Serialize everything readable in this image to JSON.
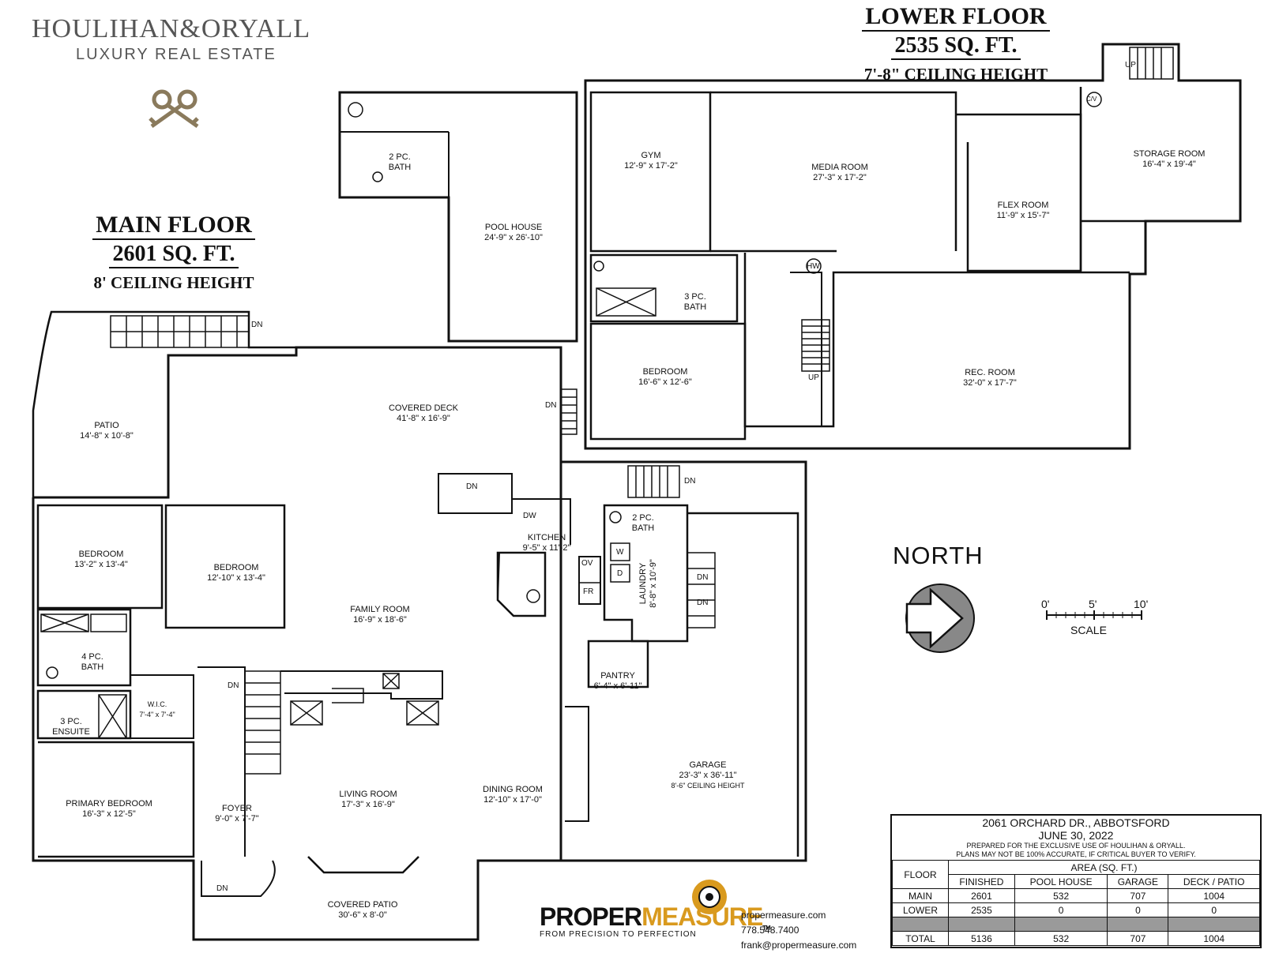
{
  "brand": {
    "name": "HOULIHAN&ORYALL",
    "tagline": "LUXURY REAL ESTATE",
    "logo_icon": "crossed-keys-icon"
  },
  "main_floor": {
    "name": "MAIN FLOOR",
    "area": "2601 SQ. FT.",
    "ceiling": "8' CEILING HEIGHT"
  },
  "lower_floor": {
    "name": "LOWER FLOOR",
    "area": "2535 SQ. FT.",
    "ceiling": "7'-8\" CEILING HEIGHT"
  },
  "rooms": {
    "pool_house": {
      "name": "POOL HOUSE",
      "dim": "24'-9\" x 26'-10\""
    },
    "pool_bath": {
      "name": "2 PC.",
      "dim": "BATH"
    },
    "gym": {
      "name": "GYM",
      "dim": "12'-9\" x 17'-2\""
    },
    "media": {
      "name": "MEDIA ROOM",
      "dim": "27'-3\" x 17'-2\""
    },
    "flex": {
      "name": "FLEX ROOM",
      "dim": "11'-9\" x 15'-7\""
    },
    "storage": {
      "name": "STORAGE ROOM",
      "dim": "16'-4\" x 19'-4\""
    },
    "lower_bath": {
      "name": "3 PC.",
      "dim": "BATH"
    },
    "lower_bedroom": {
      "name": "BEDROOM",
      "dim": "16'-6\" x 12'-6\""
    },
    "rec": {
      "name": "REC. ROOM",
      "dim": "32'-0\" x 17'-7\""
    },
    "patio": {
      "name": "PATIO",
      "dim": "14'-8\" x 10'-8\""
    },
    "covered_deck": {
      "name": "COVERED DECK",
      "dim": "41'-8\" x 16'-9\""
    },
    "bedroom1": {
      "name": "BEDROOM",
      "dim": "13'-2\" x 13'-4\""
    },
    "bedroom2": {
      "name": "BEDROOM",
      "dim": "12'-10\" x 13'-4\""
    },
    "kitchen": {
      "name": "KITCHEN",
      "dim": "9'-5\" x 11'-2\""
    },
    "main_bath": {
      "name": "2 PC.",
      "dim": "BATH"
    },
    "laundry": {
      "name": "LAUNDRY",
      "dim": "8'-8\" x 10'-9\""
    },
    "family": {
      "name": "FAMILY ROOM",
      "dim": "16'-9\" x 18'-6\""
    },
    "four_pc_bath": {
      "name": "4 PC.",
      "dim": "BATH"
    },
    "wic": {
      "name": "W.I.C.",
      "dim": "7'-4\" x 7'-4\""
    },
    "ensuite": {
      "name": "3 PC.",
      "dim": "ENSUITE"
    },
    "pantry": {
      "name": "PANTRY",
      "dim": "6'-4\" x 6'-11\""
    },
    "garage": {
      "name": "GARAGE",
      "dim": "23'-3\" x 36'-11\"",
      "note": "8'-6\" CEILING HEIGHT"
    },
    "primary": {
      "name": "PRIMARY BEDROOM",
      "dim": "16'-3\" x 12'-5\""
    },
    "foyer": {
      "name": "FOYER",
      "dim": "9'-0\" x 7'-7\""
    },
    "living": {
      "name": "LIVING ROOM",
      "dim": "17'-3\" x 16'-9\""
    },
    "dining": {
      "name": "DINING ROOM",
      "dim": "12'-10\" x 17'-0\""
    },
    "covered_patio": {
      "name": "COVERED PATIO",
      "dim": "30'-6\" x 8'-0\""
    }
  },
  "tags": {
    "dn": "DN",
    "up": "UP",
    "hw": "HW",
    "cv": "C/V",
    "dw": "DW",
    "ov": "OV",
    "fr": "FR",
    "w": "W",
    "d": "D"
  },
  "compass": {
    "label": "NORTH",
    "icon": "north-arrow-icon"
  },
  "scale": {
    "label": "SCALE",
    "t0": "0'",
    "t5": "5'",
    "t10": "10'"
  },
  "info": {
    "address": "2061 ORCHARD DR., ABBOTSFORD",
    "date": "JUNE 30, 2022",
    "note1": "PREPARED FOR THE EXCLUSIVE USE OF HOULIHAN & ORYALL.",
    "note2": "PLANS MAY NOT BE 100% ACCURATE, IF CRITICAL BUYER TO VERIFY.",
    "floor_hdr": "FLOOR",
    "area_hdr": "AREA (SQ. FT.)",
    "columns": [
      "FINISHED",
      "POOL HOUSE",
      "GARAGE",
      "DECK / PATIO"
    ],
    "rows": [
      {
        "floor": "MAIN",
        "values": [
          "2601",
          "532",
          "707",
          "1004"
        ]
      },
      {
        "floor": "LOWER",
        "values": [
          "2535",
          "0",
          "0",
          "0"
        ]
      }
    ],
    "total": {
      "floor": "TOTAL",
      "values": [
        "5136",
        "532",
        "707",
        "1004"
      ]
    }
  },
  "propermeasure": {
    "logo_a": "PROPER",
    "logo_b": "MEASURE",
    "tm": "TM",
    "tagline": "FROM PRECISION TO PERFECTION",
    "web": "propermeasure.com",
    "phone": "778.548.7400",
    "email": "frank@propermeasure.com"
  }
}
